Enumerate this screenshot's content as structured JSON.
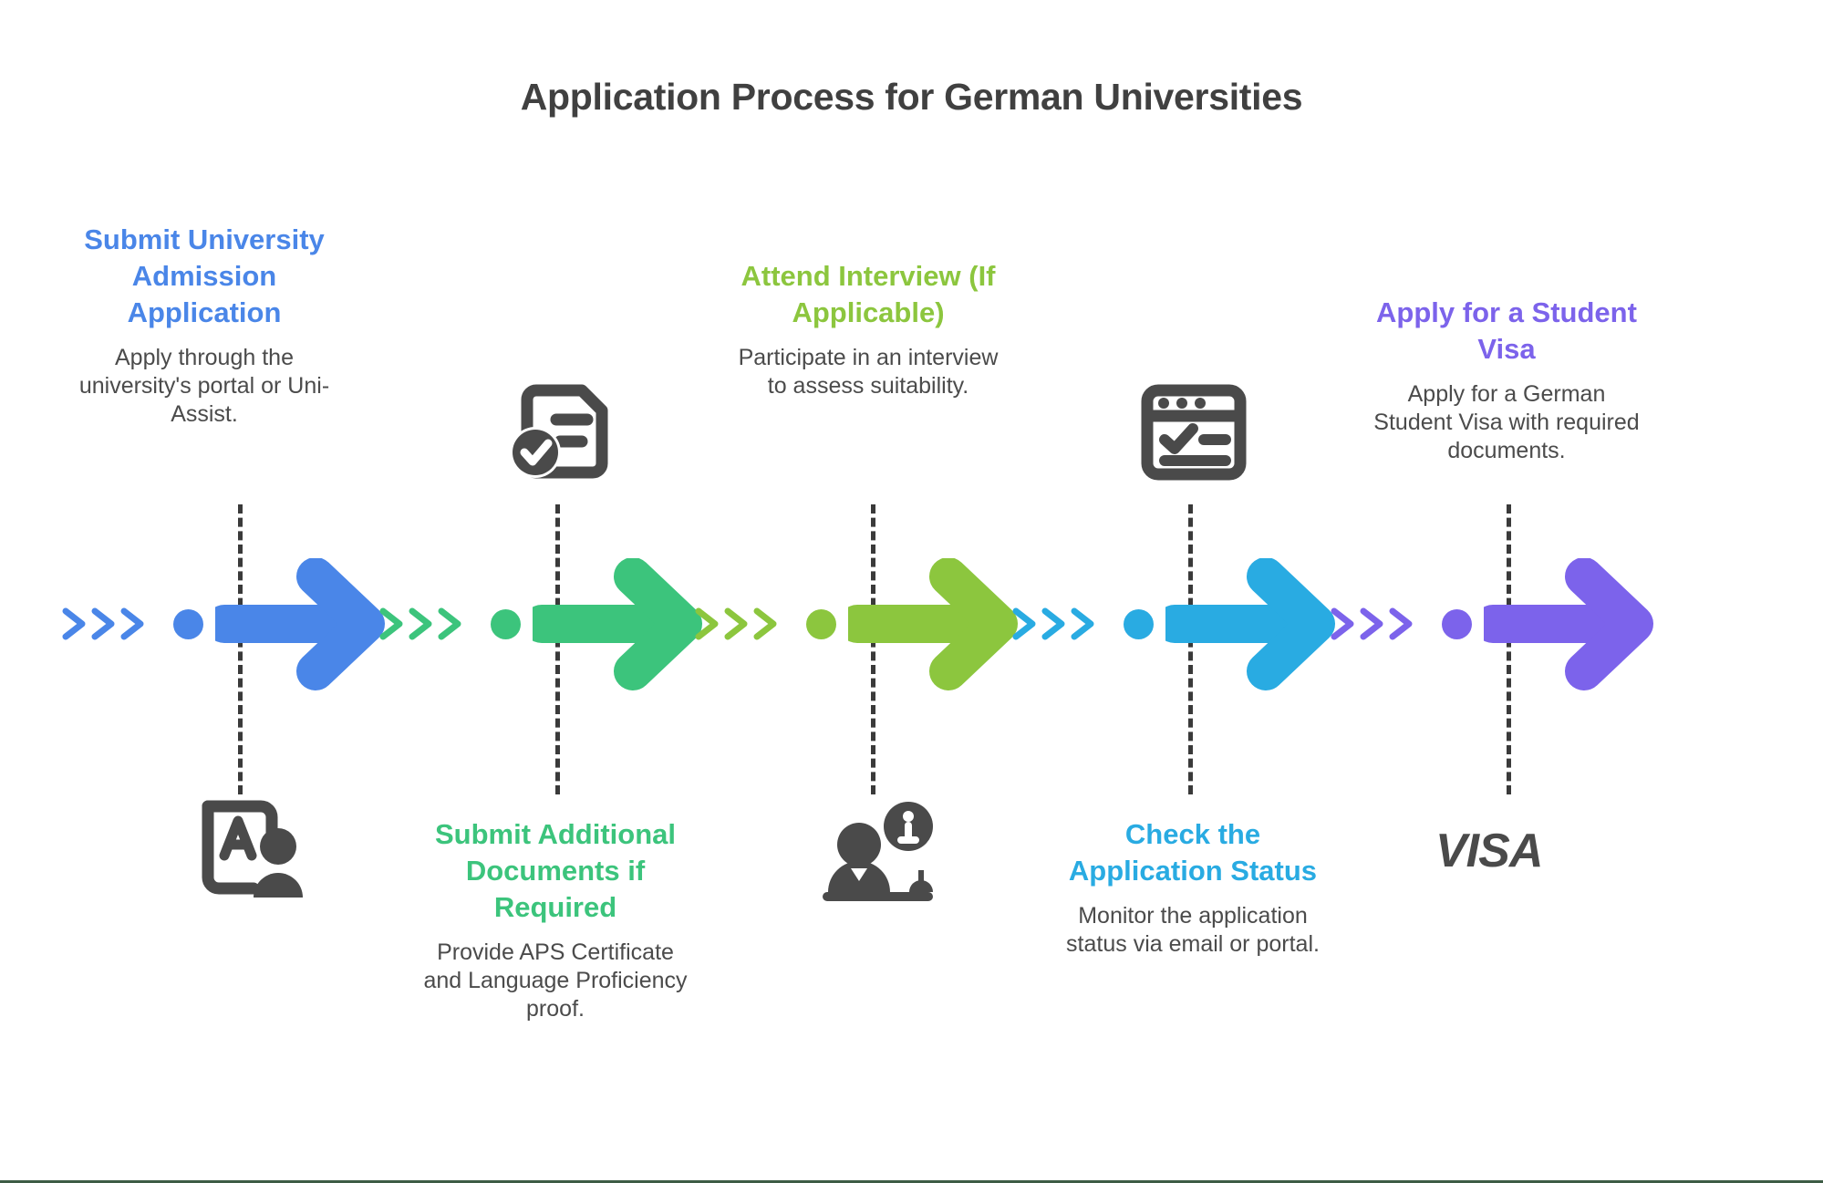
{
  "page": {
    "title": "Application Process for German Universities",
    "title_color": "#404040",
    "background": "#ffffff",
    "bottom_rule_color": "#3d5c45"
  },
  "steps": [
    {
      "index": 1,
      "title": "Submit University Admission Application",
      "description": "Apply through the university's portal or Uni-Assist.",
      "color": "#4a86e8",
      "text_position": "above",
      "icon_position": "below",
      "icon": "document-person-icon"
    },
    {
      "index": 2,
      "title": "Submit Additional Documents if Required",
      "description": "Provide APS Certificate and Language Proficiency proof.",
      "color": "#3cc47c",
      "text_position": "below",
      "icon_position": "above",
      "icon": "document-check-icon"
    },
    {
      "index": 3,
      "title": "Attend Interview (If Applicable)",
      "description": "Participate in an interview to assess suitability.",
      "color": "#8cc63e",
      "text_position": "above",
      "icon_position": "below",
      "icon": "interview-person-info-icon"
    },
    {
      "index": 4,
      "title": "Check the Application Status",
      "description": "Monitor the application status via email or portal.",
      "color": "#29abe2",
      "text_position": "below",
      "icon_position": "above",
      "icon": "browser-checklist-icon"
    },
    {
      "index": 5,
      "title": "Apply for a Student Visa",
      "description": "Apply for a German Student Visa with required documents.",
      "color": "#7c63eb",
      "text_position": "above",
      "icon_position": "below",
      "icon": "visa-wordmark-icon",
      "icon_text": "VISA"
    }
  ]
}
